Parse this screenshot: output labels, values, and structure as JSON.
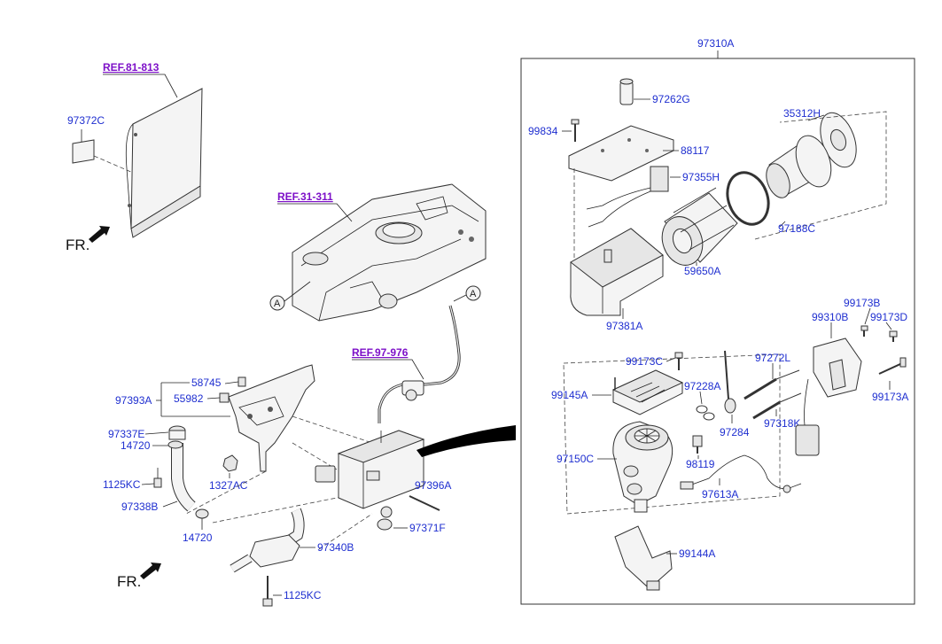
{
  "refs": {
    "ref_81_813": "REF.81-813",
    "ref_31_311": "REF.31-311",
    "ref_97_976": "REF.97-976"
  },
  "direction": {
    "fr_top": "FR.",
    "fr_bottom": "FR."
  },
  "circle_marks": {
    "a_left": "A",
    "a_right": "A"
  },
  "assembly": {
    "label": "97310A"
  },
  "parts": {
    "p97372C": "97372C",
    "p97262G": "97262G",
    "p99834": "99834",
    "p88117": "88117",
    "p35312H": "35312H",
    "p97355H": "97355H",
    "p97188C": "97188C",
    "p59650A": "59650A",
    "p97381A": "97381A",
    "p99173B": "99173B",
    "p99310B": "99310B",
    "p99173D": "99173D",
    "p99173C": "99173C",
    "p97272L": "97272L",
    "p99145A": "99145A",
    "p97228A": "97228A",
    "p99173A": "99173A",
    "p97318K": "97318K",
    "p97284": "97284",
    "p97150C": "97150C",
    "p98119": "98119",
    "p97613A": "97613A",
    "p99144A": "99144A",
    "p58745": "58745",
    "p97393A": "97393A",
    "p55982": "55982",
    "p97337E": "97337E",
    "p14720a": "14720",
    "p1125KCa": "1125KC",
    "p1327AC": "1327AC",
    "p97338B": "97338B",
    "p14720b": "14720",
    "p97396A": "97396A",
    "p97371F": "97371F",
    "p97340B": "97340B",
    "p1125KCb": "1125KC"
  }
}
